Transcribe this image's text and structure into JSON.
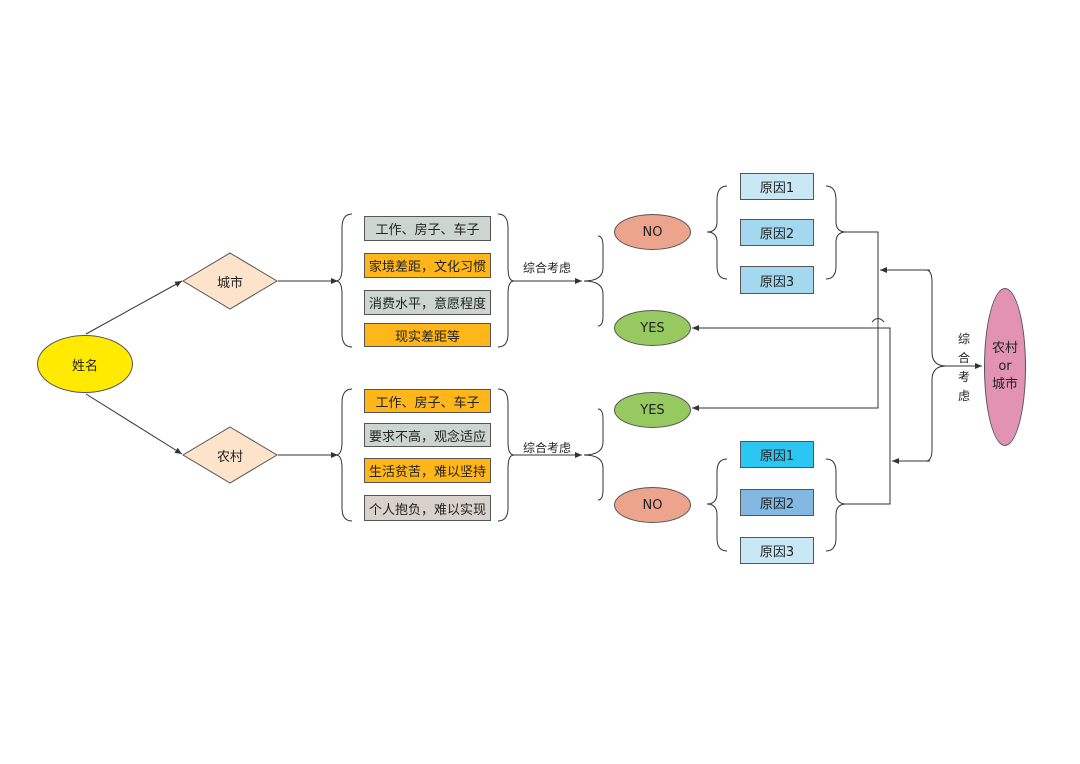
{
  "root": {
    "label": "姓名"
  },
  "city": {
    "label": "城市",
    "factors": [
      "工作、房子、车子",
      "家境差距，文化习惯",
      "消费水平，意愿程度",
      "现实差距等"
    ],
    "consider": "综合考虑"
  },
  "rural": {
    "label": "农村",
    "factors": [
      "工作、房子、车子",
      "要求不高，观念适应",
      "生活贫苦，难以坚持",
      "个人抱负，难以实现"
    ],
    "consider": "综合考虑"
  },
  "outcomes": {
    "city_no": "NO",
    "city_yes": "YES",
    "rural_yes": "YES",
    "rural_no": "NO"
  },
  "reasons_top": [
    "原因1",
    "原因2",
    "原因3"
  ],
  "reasons_bottom": [
    "原因1",
    "原因2",
    "原因3"
  ],
  "final_consider": [
    "综",
    "合",
    "考",
    "虑"
  ],
  "final": {
    "line1": "农村",
    "line2": "or",
    "line3": "城市"
  },
  "colors": {
    "gray_box": "#ccd5cf",
    "orange_box": "#ffb619",
    "tan_box": "#d9d2cc",
    "root": "#ffea00",
    "diamond": "#fde3c9",
    "no": "#eda48c",
    "yes": "#96c95f",
    "reason_light": "#c8e8f5",
    "reason_mid": "#a4d8ef",
    "reason_cyan": "#2cc6f3",
    "reason_steel": "#82b8e2",
    "final": "#e293b4"
  }
}
